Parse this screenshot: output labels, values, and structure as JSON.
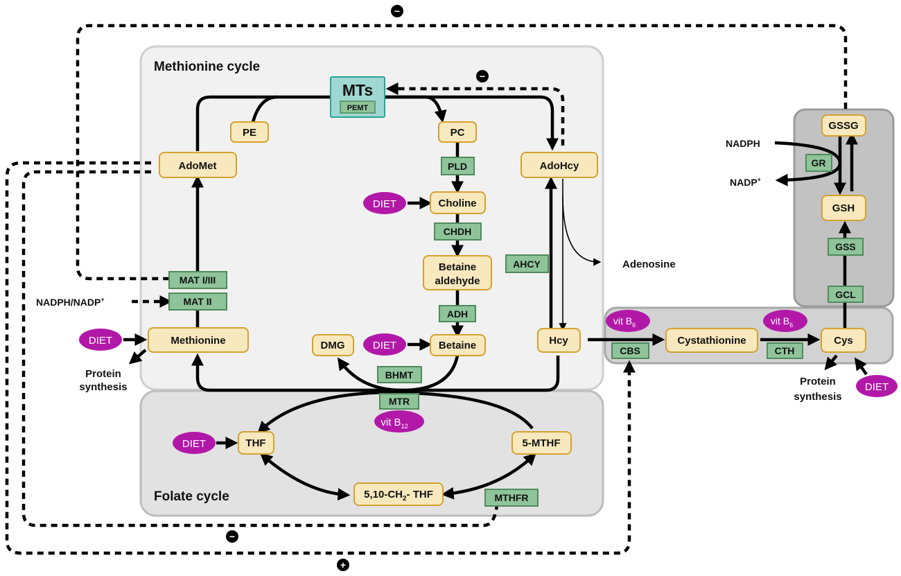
{
  "regions": {
    "methionine_cycle": "Methionine cycle",
    "folate_cycle": "Folate cycle"
  },
  "metabolites": {
    "mts": "MTs",
    "pe": "PE",
    "pc": "PC",
    "adomet": "AdoMet",
    "adohcy": "AdoHcy",
    "choline": "Choline",
    "betaine_aldehyde_line1": "Betaine",
    "betaine_aldehyde_line2": "aldehyde",
    "betaine": "Betaine",
    "dmg": "DMG",
    "methionine": "Methionine",
    "hcy": "Hcy",
    "thf": "THF",
    "mthf": "5-MTHF",
    "ch2thf_main": "5,10-CH",
    "ch2thf_sub": "2",
    "ch2thf_tail": "- THF",
    "cystathionine": "Cystathionine",
    "cys": "Cys",
    "gssg": "GSSG",
    "gsh": "GSH"
  },
  "enzymes": {
    "pemt": "PEMT",
    "pld": "PLD",
    "chdh": "CHDH",
    "adh": "ADH",
    "ahcy": "AHCY",
    "mat13": "MAT I/III",
    "mat2": "MAT II",
    "bhmt": "BHMT",
    "mtr": "MTR",
    "mthfr": "MTHFR",
    "cbs": "CBS",
    "cth": "CTH",
    "gss": "GSS",
    "gcl": "GCL",
    "gr": "GR"
  },
  "nutrients": {
    "diet": "DIET",
    "vit_b": "vit B",
    "b12_sub": "12",
    "b6_sub": "6"
  },
  "free_labels": {
    "adenosine": "Adenosine",
    "nadph_nadp": "NADPH/NADP",
    "nadph": "NADPH",
    "nadp": "NADP",
    "plus_sup": "+",
    "protein": "Protein",
    "synthesis": "synthesis"
  },
  "signs": {
    "minus": "−",
    "plus": "+"
  },
  "colors": {
    "metabolite_fill": "#f8e8bd",
    "metabolite_border": "#d4a132",
    "enzyme_fill": "#8fc49a",
    "enzyme_border": "#4f8a5b",
    "mts_fill": "#9fd8d2",
    "mts_border": "#2aa39a",
    "nutrient_fill": "#b218a8",
    "methionine_region": "#f1f1f1",
    "folate_region": "#e2e2e2",
    "transsulfuration_region": "#d2d2d2",
    "glutathione_region": "#c2c2c2"
  }
}
